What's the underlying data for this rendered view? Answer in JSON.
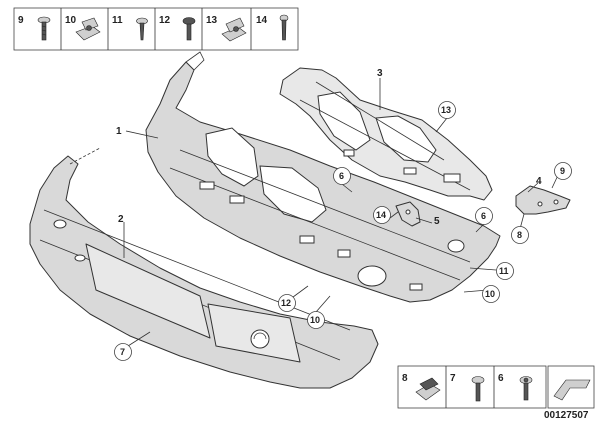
{
  "top_parts_strip": [
    "9",
    "10",
    "11",
    "12",
    "13",
    "14"
  ],
  "bottom_parts_strip": [
    "8",
    "7",
    "6"
  ],
  "callouts": {
    "c1": "1",
    "c2": "2",
    "c3": "3",
    "c4": "4",
    "c5": "5",
    "c6a": "6",
    "c6b": "6",
    "c7": "7",
    "c8": "8",
    "c9": "9",
    "c10a": "10",
    "c10b": "10",
    "c11": "11",
    "c12": "12",
    "c13": "13",
    "c14": "14"
  },
  "diagram_id": "00127507",
  "colors": {
    "part_fill": "#d9d9d9",
    "outline": "#333333",
    "background": "#ffffff"
  }
}
